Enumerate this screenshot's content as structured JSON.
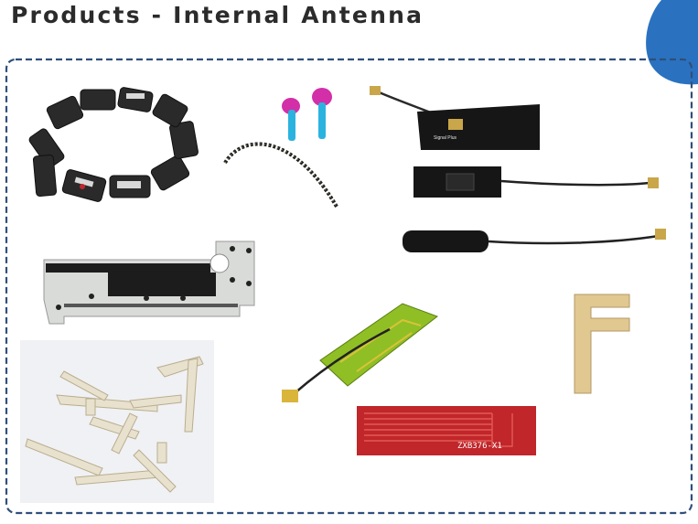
{
  "slide": {
    "title": "Products - Internal Antenna",
    "colors": {
      "title": "#2b2b2b",
      "accent_blob": "#2a72c0",
      "frame_dash": "#2f4f7a",
      "pcb_red": "#c0262a",
      "pcb_black": "#161616",
      "fpc_green": "#8fbf24"
    },
    "products": [
      {
        "name": "bracelet-antenna",
        "label": ""
      },
      {
        "name": "earphones",
        "label": ""
      },
      {
        "name": "beaded-wire-antenna",
        "label": ""
      },
      {
        "name": "black-pcb-antenna-signalplus",
        "label": "Signal Plus"
      },
      {
        "name": "black-pcb-antenna-cable",
        "label": ""
      },
      {
        "name": "coil-spring-antenna-cable",
        "label": ""
      },
      {
        "name": "metal-bracket-antenna",
        "label": ""
      },
      {
        "name": "green-fpc-antenna",
        "label": ""
      },
      {
        "name": "metal-f-antenna",
        "label": ""
      },
      {
        "name": "stamped-metal-antennas",
        "label": ""
      },
      {
        "name": "red-pcb-antenna",
        "label": "ZXB376-X1"
      }
    ]
  }
}
